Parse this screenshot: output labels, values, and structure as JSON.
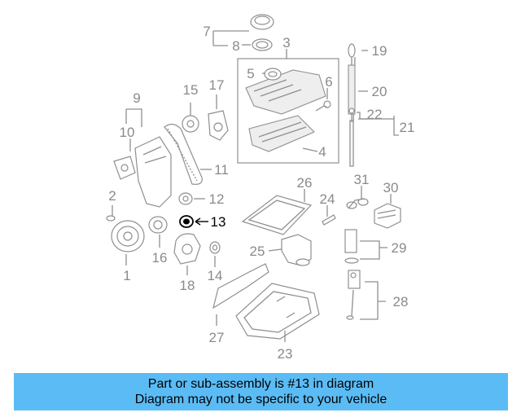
{
  "diagram": {
    "callouts": [
      "1",
      "2",
      "3",
      "4",
      "5",
      "6",
      "7",
      "8",
      "9",
      "10",
      "11",
      "12",
      "13",
      "14",
      "15",
      "16",
      "17",
      "18",
      "19",
      "20",
      "21",
      "22",
      "23",
      "24",
      "25",
      "26",
      "27",
      "28",
      "29",
      "30",
      "31"
    ],
    "highlighted": "13"
  },
  "banner": {
    "line1": "Part or sub-assembly is #13 in diagram",
    "line2": "Diagram may not be specific to your vehicle",
    "color": "#5bbcf5"
  }
}
